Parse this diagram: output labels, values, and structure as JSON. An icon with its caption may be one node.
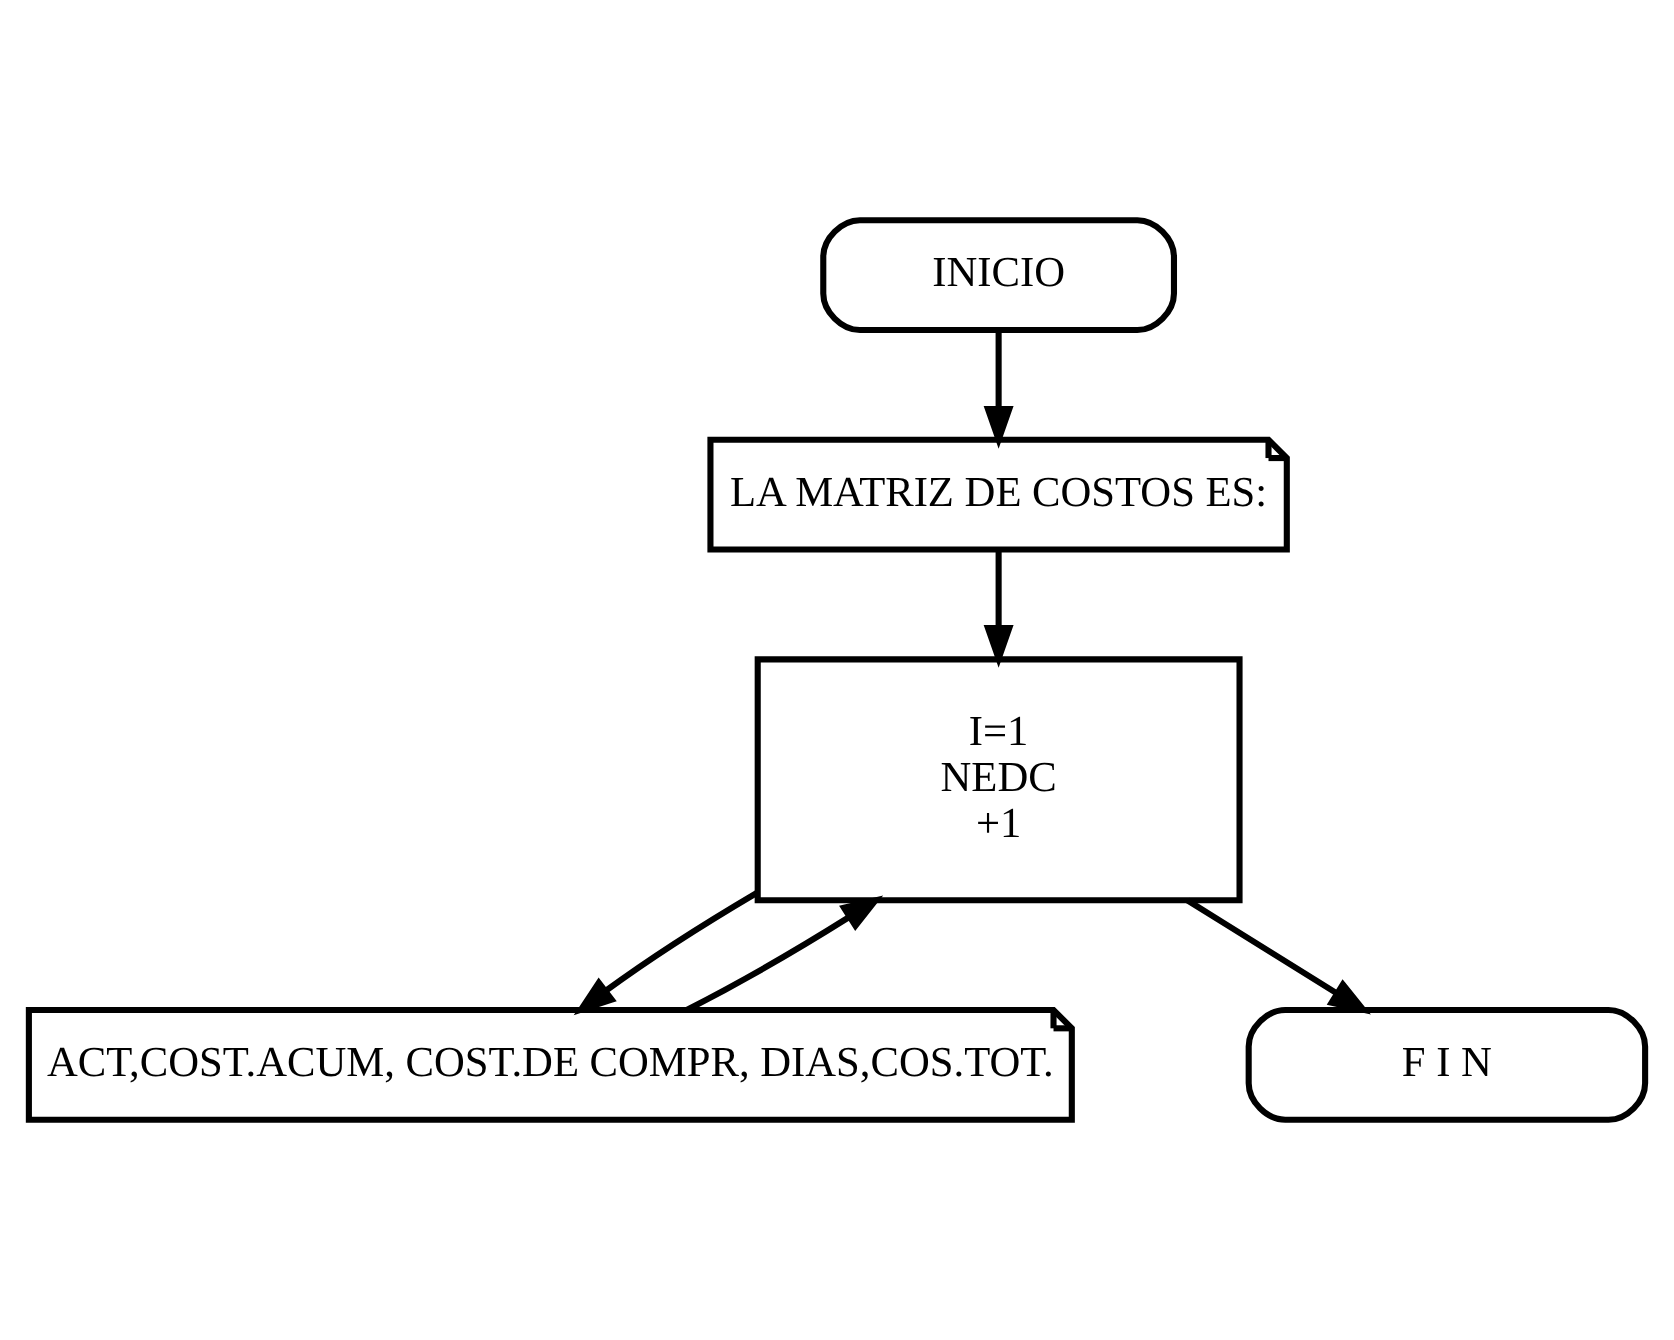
{
  "diagram": {
    "nodes": [
      {
        "text": [
          "INICIO"
        ]
      },
      {
        "text": [
          "LA MATRIZ DE COSTOS ES:"
        ]
      },
      {
        "text": [
          "I=1",
          "NEDC",
          "+1"
        ]
      },
      {
        "text": [
          "ACT,COST.ACUM, COST.DE COMPR, DIAS,COS.TOT."
        ]
      },
      {
        "text": [
          "F I N"
        ]
      }
    ],
    "edges": [
      {
        "from": 0,
        "to": 1,
        "arrow": "to"
      },
      {
        "from": 1,
        "to": 2,
        "arrow": "to"
      },
      {
        "from": 2,
        "to": 3,
        "arrow": "to"
      },
      {
        "from": 3,
        "to": 2,
        "arrow": "to"
      },
      {
        "from": 2,
        "to": 4,
        "arrow": "to"
      }
    ]
  }
}
